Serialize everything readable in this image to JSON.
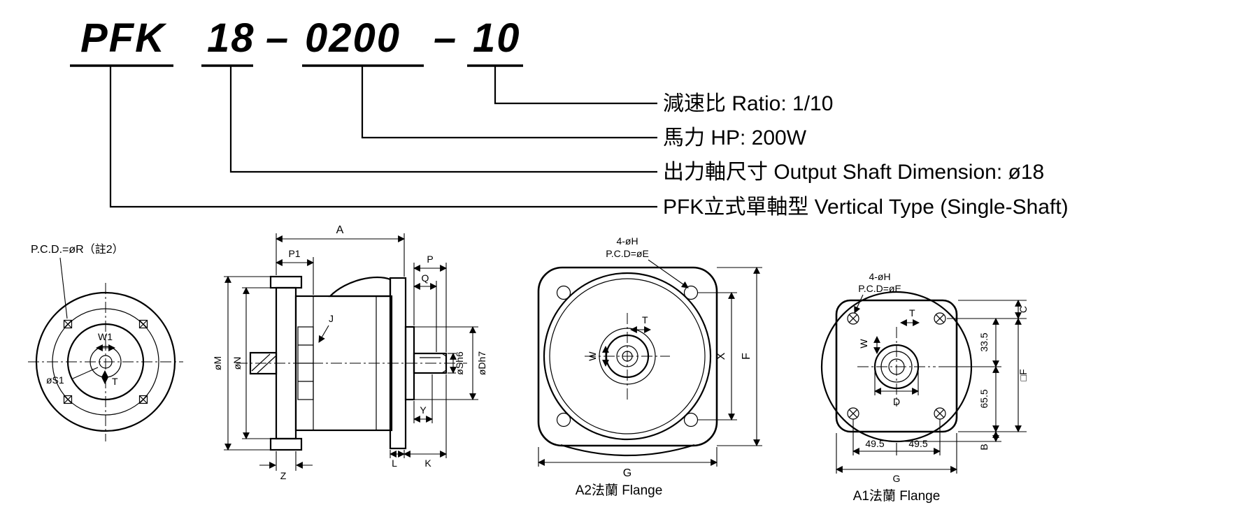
{
  "model": {
    "separator": "–",
    "segments": [
      {
        "code": "PFK",
        "callout": "PFK立式單軸型 Vertical Type (Single-Shaft)"
      },
      {
        "code": "18",
        "callout": "出力軸尺寸 Output Shaft Dimension: ø18"
      },
      {
        "code": "0200",
        "callout": "馬力 HP: 200W"
      },
      {
        "code": "10",
        "callout": "減速比 Ratio: 1/10"
      }
    ]
  },
  "drawings": {
    "flange_face_view": {
      "pcd_label": "P.C.D.=øR（註2）",
      "w1": "W1",
      "t": "T",
      "s1": "øS1"
    },
    "side_view": {
      "a": "A",
      "p1": "P1",
      "p": "P",
      "q": "Q",
      "sh6": "øSh6",
      "dh7": "øDh7",
      "m": "øM",
      "n": "øN",
      "j": "J",
      "y": "Y",
      "z": "Z",
      "l": "L",
      "k": "K"
    },
    "a2_flange": {
      "caption": "A2法蘭 Flange",
      "holes": "4-øH",
      "pcd": "P.C.D=øE",
      "t": "T",
      "w": "W",
      "x": "X",
      "f": "F",
      "g": "G"
    },
    "a1_flange": {
      "caption": "A1法蘭 Flange",
      "holes": "4-øH",
      "pcd": "P.C.D=øE",
      "t": "T",
      "w": "W",
      "d": "D",
      "c": "C",
      "b": "B",
      "f": "□F",
      "g": "G",
      "dim_33_5": "33.5",
      "dim_65_5": "65.5",
      "g_half_left": "49.5",
      "g_half_right": "49.5"
    }
  },
  "colors": {
    "ink": "#000000",
    "background": "#ffffff"
  }
}
